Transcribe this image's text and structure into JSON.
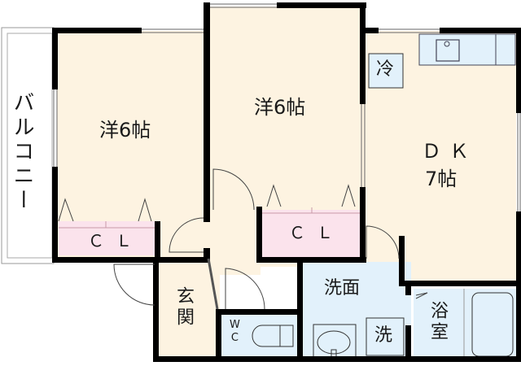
{
  "floor_plan": {
    "colors": {
      "room_floor": "#fdf3e1",
      "closet": "#fbe3ec",
      "wet_area": "#e2f1fb",
      "wall": "#000000",
      "balcony": "#ffffff"
    },
    "rooms": [
      {
        "id": "western-room-1",
        "label": "洋6帖"
      },
      {
        "id": "western-room-2",
        "label": "洋6帖"
      },
      {
        "id": "dining-kitchen",
        "label_line1": "ＤＫ",
        "label_line2": "7帖"
      },
      {
        "id": "closet-1",
        "label": "ＣＬ"
      },
      {
        "id": "closet-2",
        "label": "ＣＬ"
      },
      {
        "id": "entrance",
        "label": "玄関"
      },
      {
        "id": "toilet",
        "label": "ＷＣ",
        "label_line1": "W",
        "label_line2": "C"
      },
      {
        "id": "washroom",
        "label": "洗面"
      },
      {
        "id": "washing-machine",
        "label": "洗"
      },
      {
        "id": "bathroom",
        "label": "浴室"
      },
      {
        "id": "refrigerator",
        "label": "冷"
      },
      {
        "id": "balcony",
        "label": "バルコニー"
      }
    ]
  }
}
